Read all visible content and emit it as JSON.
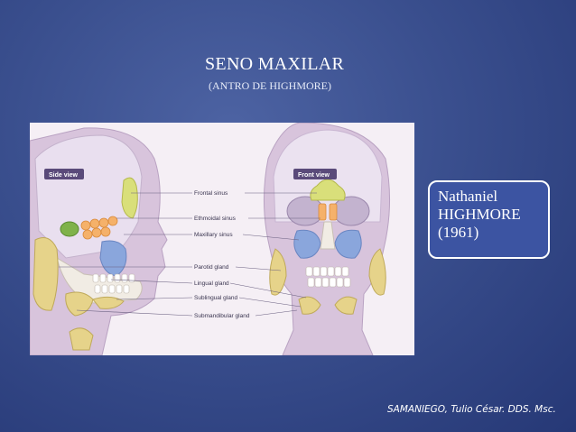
{
  "slide": {
    "title": "SENO MAXILAR",
    "subtitle": "(ANTRO DE HIGHMORE)",
    "name_box": {
      "line1": "Nathaniel",
      "line2": "HIGHMORE",
      "line3": "(1961)"
    },
    "credit": "SAMANIEGO, Tulio César. DDS. Msc."
  },
  "figure": {
    "side_view": "Side view",
    "front_view": "Front view",
    "labels": [
      "Frontal sinus",
      "Ethmoidal sinus",
      "Maxillary sinus",
      "Parotid gland",
      "Lingual gland",
      "Sublingual gland",
      "Submandibular gland"
    ]
  }
}
